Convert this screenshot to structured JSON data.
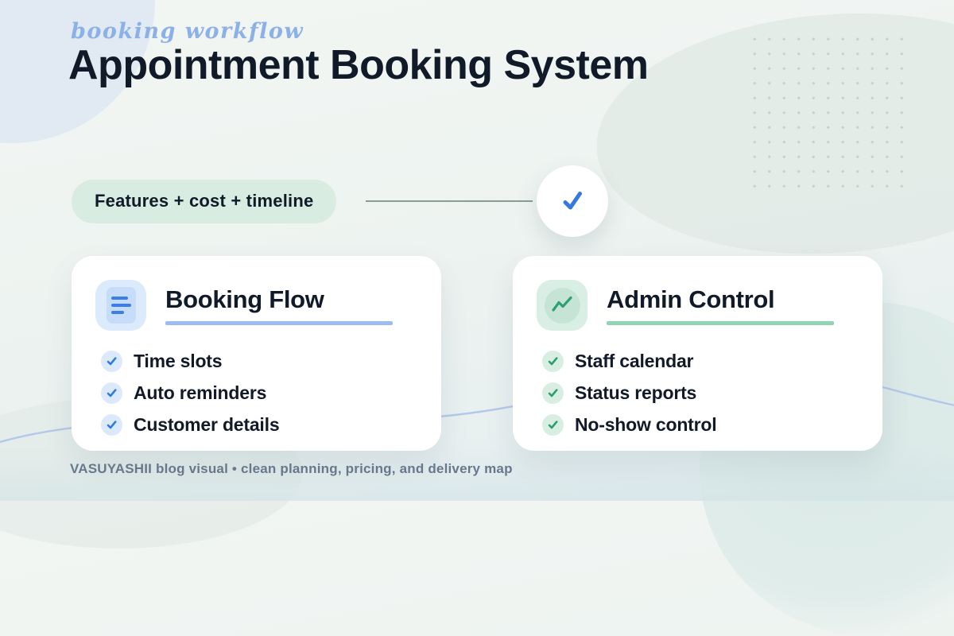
{
  "header": {
    "eyebrow": "booking workflow",
    "title": "Appointment Booking System"
  },
  "timeline": {
    "badge_label": "Features + cost + timeline",
    "check_icon": "check-icon"
  },
  "cards": [
    {
      "title": "Booking Flow",
      "icon": "document-list-icon",
      "accent": "#3b7ee6",
      "items": [
        "Time slots",
        "Auto reminders",
        "Customer details"
      ]
    },
    {
      "title": "Admin Control",
      "icon": "trend-up-icon",
      "accent": "#2fa073",
      "items": [
        "Staff calendar",
        "Status reports",
        "No-show control"
      ]
    }
  ],
  "footer": {
    "note": "VASUYASHII blog visual • clean planning, pricing, and delivery map"
  },
  "colors": {
    "ink": "#111a28",
    "muted": "#68788c",
    "accent_blue": "#3b7ee6",
    "accent_green": "#2fa073",
    "accent_script": "#8cb0e8",
    "badge_bg": "#d8ece1",
    "line_color": "#8b9c97",
    "underline_blue": "#9cbcf0",
    "underline_green": "#90d4b4"
  }
}
